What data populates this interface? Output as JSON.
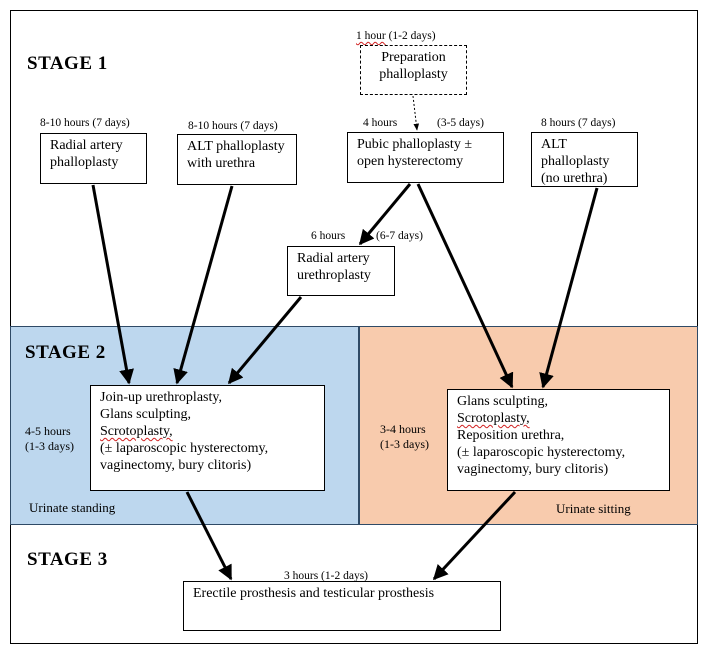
{
  "stages": {
    "stage1": "STAGE  1",
    "stage2": "STAGE  2",
    "stage3": "STAGE  3"
  },
  "regions": {
    "left_label": "Urinate standing",
    "right_label": "Urinate sitting",
    "left_color": "#bdd7ee",
    "right_color": "#f8cbad"
  },
  "prep": {
    "time": "1 hour (1-2 days)",
    "label": "Preparation\nphalloplasty"
  },
  "radial": {
    "time": "8-10 hours (7 days)",
    "label": "Radial artery\nphalloplasty"
  },
  "alt_urethra": {
    "time": "8-10 hours (7 days)",
    "label": "ALT phalloplasty\nwith urethra"
  },
  "pubic": {
    "time_a": "4 hours",
    "time_b": "(3-5 days)",
    "label": "Pubic phalloplasty ±\nopen hysterectomy"
  },
  "alt_no_urethra": {
    "time": "8 hours (7 days)",
    "label": "ALT phalloplasty\n(no urethra)"
  },
  "radial_urethro": {
    "time_a": "6 hours",
    "time_b": "(6-7 days)",
    "label": "Radial artery\nurethroplasty"
  },
  "joinup": {
    "time": "4-5 hours\n(1-3 days)",
    "line1": "Join-up urethroplasty,",
    "line2": "Glans sculpting,",
    "line3": "Scrotoplasty,",
    "line4": "(± laparoscopic hysterectomy,",
    "line5": "vaginectomy, bury clitoris)"
  },
  "glans": {
    "time": "3-4 hours\n(1-3 days)",
    "line1": "Glans sculpting,",
    "line2": "Scrotoplasty,",
    "line3": "Reposition urethra,",
    "line4": "(± laparoscopic hysterectomy,",
    "line5": "vaginectomy, bury clitoris)"
  },
  "prosthesis": {
    "time": "3 hours (1-2 days)",
    "label": "Erectile prosthesis and testicular prosthesis"
  }
}
